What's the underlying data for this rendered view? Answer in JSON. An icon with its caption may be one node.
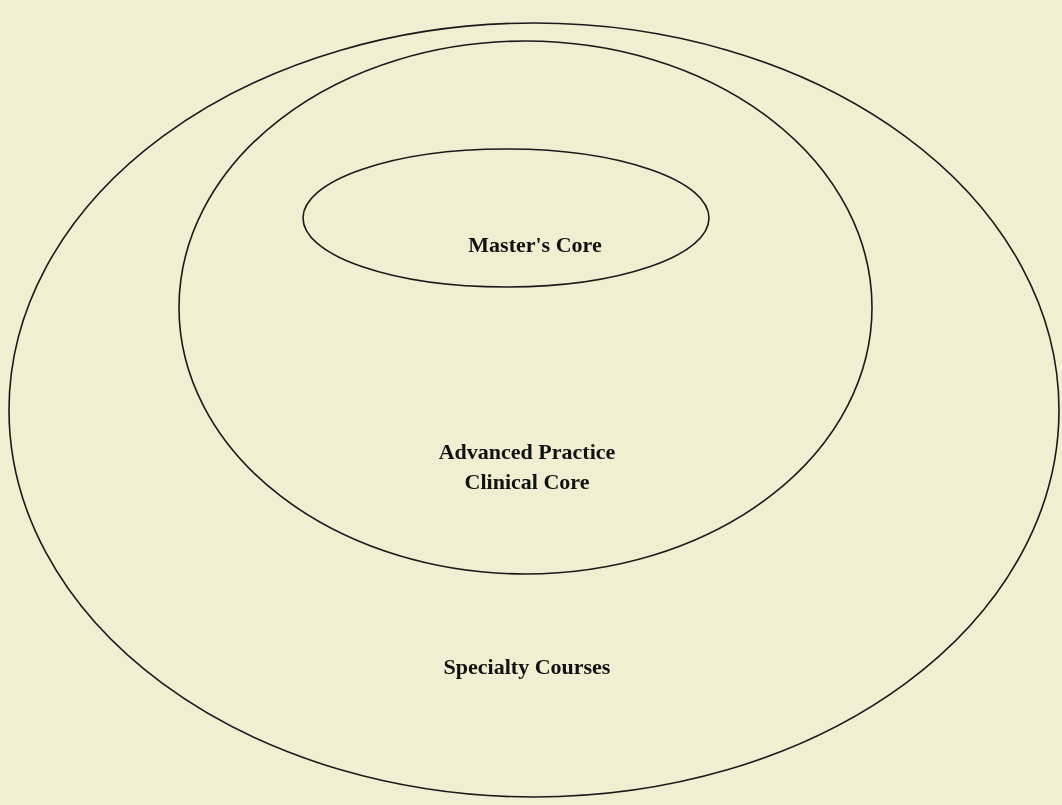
{
  "diagram": {
    "nodes": [
      {
        "text": [
          "Specialty Courses"
        ]
      },
      {
        "text": [
          "Advanced Practice Clinical Core"
        ],
        "in": 0
      },
      {
        "text": [
          "Master's Core"
        ],
        "in": 1
      }
    ]
  }
}
